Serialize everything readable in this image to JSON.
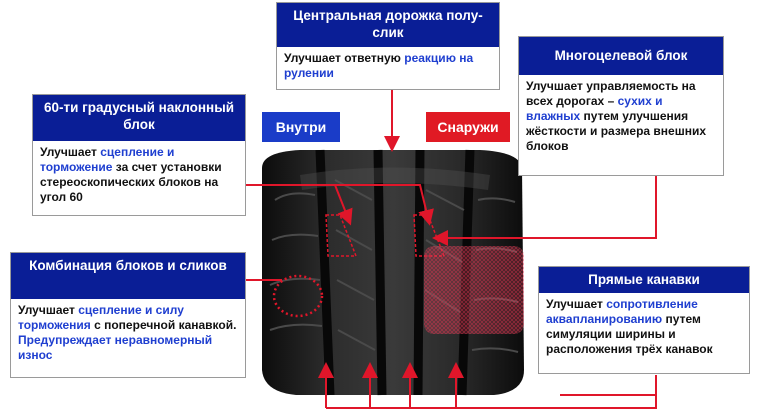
{
  "labels": {
    "inside": "Внутри",
    "outside": "Снаружи"
  },
  "boxes": {
    "center_rib": {
      "title": "Центральная дорожка полу-слик",
      "t1": "Улучшает ответную ",
      "h1": "реакцию на рулении"
    },
    "multi_block": {
      "title": "Многоцелевой блок",
      "t1": "Улучшает управляемость на всех дорогах – ",
      "h1": "сухих и влажных",
      "t2": " путем улучшения жёсткости и размера внешних блоков"
    },
    "angled_block": {
      "title": "60-ти градусный наклонный блок",
      "t1": "Улучшает ",
      "h1": "сцепление и торможение",
      "t2": " за счет установки стереоскопических блоков на угол 60"
    },
    "combo": {
      "title": "Комбинация блоков и сликов",
      "t1": "Улучшает ",
      "h1": "сцепление и силу торможения",
      "t2": " с поперечной канавкой. ",
      "h2": "Предупреждает неравномерный износ"
    },
    "grooves": {
      "title": "Прямые канавки",
      "t1": "Улучшает ",
      "h1": "сопротивление аквапланированию",
      "t2": " путем симуляции ширины и расположения трёх канавок"
    }
  },
  "colors": {
    "header_blue": "#0a1e96",
    "highlight_blue": "#1f3fd0",
    "inside_tag": "#1a3cc8",
    "outside_tag": "#e01a24",
    "arrow_red": "#e0162a",
    "tire_dark": "#1c1c1c"
  }
}
